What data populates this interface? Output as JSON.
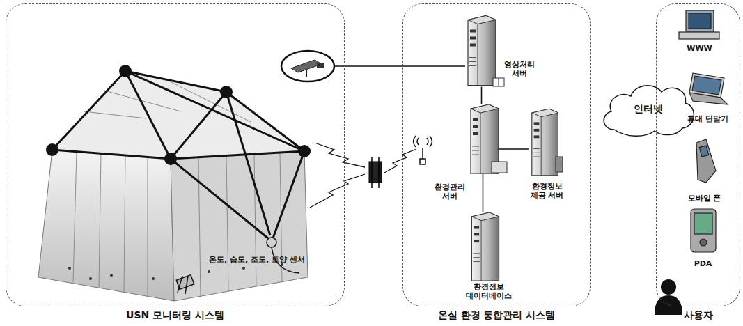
{
  "diagram": {
    "nodes": [
      {
        "text": [
          "USN 모니터링 시스템"
        ]
      },
      {
        "text": [
          "온실 환경 통합관리 시스템"
        ]
      },
      {
        "text": [
          "영상처리 서버"
        ],
        "in": 1
      },
      {
        "text": [
          "환경관리 서버"
        ],
        "in": 1
      },
      {
        "text": [
          "환경정보 제공 서버"
        ],
        "in": 1
      },
      {
        "text": [
          "환경정보 데이터베이스"
        ],
        "in": 1
      },
      {
        "text": [
          "인터넷"
        ]
      },
      {
        "text": [
          "사용자"
        ]
      },
      {
        "text": [
          "WWW"
        ],
        "in": 7
      },
      {
        "text": [
          "휴대 단말기"
        ],
        "in": 7
      },
      {
        "text": [
          "모바일 폰"
        ],
        "in": 7
      },
      {
        "text": [
          "PDA"
        ],
        "in": 7
      }
    ],
    "edges": [
      {
        "from": 2,
        "to": 3,
        "arrow": "none"
      },
      {
        "from": 3,
        "to": 4,
        "arrow": "none"
      },
      {
        "from": 3,
        "to": 5,
        "arrow": "none"
      }
    ],
    "labels": [
      "온도, 습도, 조도, 토양 센서"
    ]
  }
}
